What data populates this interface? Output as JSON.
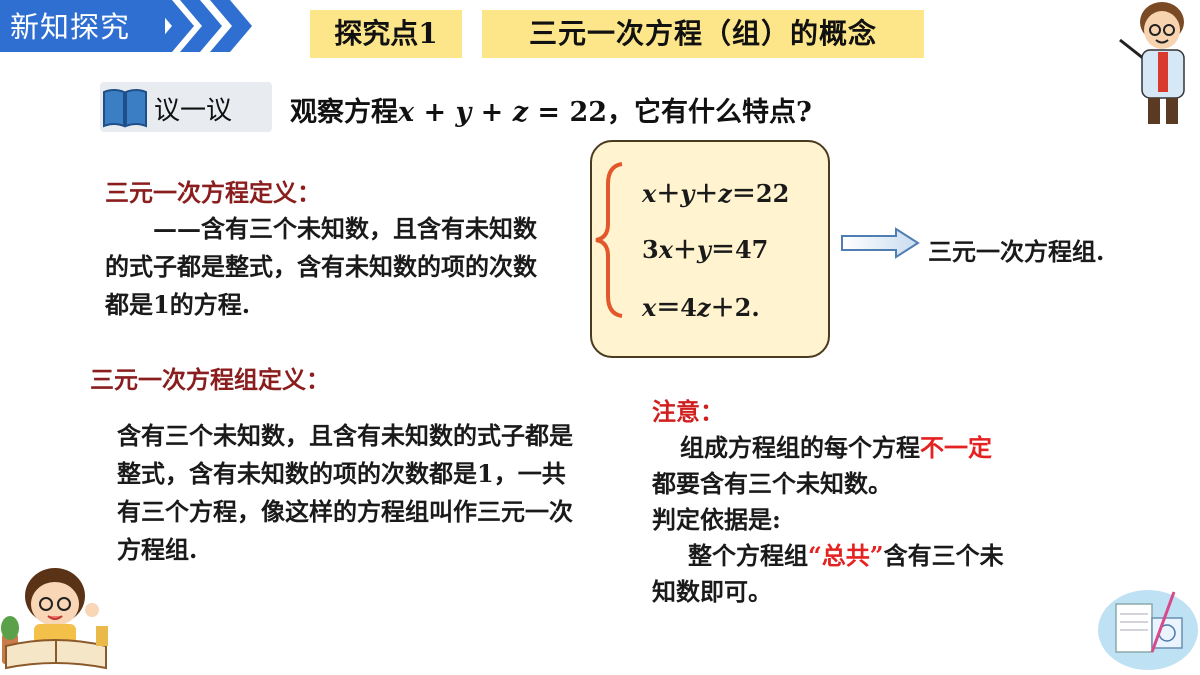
{
  "header": {
    "section_title": "新知探究",
    "point_tag": "探究点1",
    "topic": "三元一次方程（组）的概念"
  },
  "discuss": {
    "label": "议一议",
    "q_pre": "观察方程",
    "q_x": "x",
    "q_plus1": " + ",
    "q_y": "y",
    "q_plus2": " + ",
    "q_z": "z",
    "q_eq": " = 22，它有什么特点?"
  },
  "definition1": {
    "title": "三元一次方程定义：",
    "body": "——含有三个未知数，且含有未知数的式子都是整式，含有未知数的项的次数都是1的方程."
  },
  "definition2": {
    "title": "三元一次方程组定义：",
    "body": "含有三个未知数，且含有未知数的式子都是整式，含有未知数的项的次数都是1，一共有三个方程，像这样的方程组叫作三元一次方程组."
  },
  "system": {
    "eq1": [
      "x",
      "＋",
      "y",
      "＋",
      "z",
      "＝22"
    ],
    "eq2": [
      "3",
      "x",
      "＋",
      "y",
      "＝47"
    ],
    "eq3": [
      "x",
      "＝4",
      "z",
      "＋2."
    ],
    "result": "三元一次方程组."
  },
  "note": {
    "title": "注意：",
    "line1_pre": "组成方程组的每个方程",
    "line1_red": "不一定",
    "line2": "都要含有三个未知数。",
    "line3": "判定依据是:",
    "line4_pre": "整个方程组",
    "line4_red": "“总共”",
    "line4_post": "含有三个未",
    "line5": "知数即可。"
  },
  "colors": {
    "header_blue": "#2f6fd1",
    "tag_yellow": "#fde68a",
    "heading_red": "#8a1d1d",
    "note_red": "#d01f1f",
    "emphasis_red": "#e52222",
    "box_fill": "#fff4cf"
  }
}
